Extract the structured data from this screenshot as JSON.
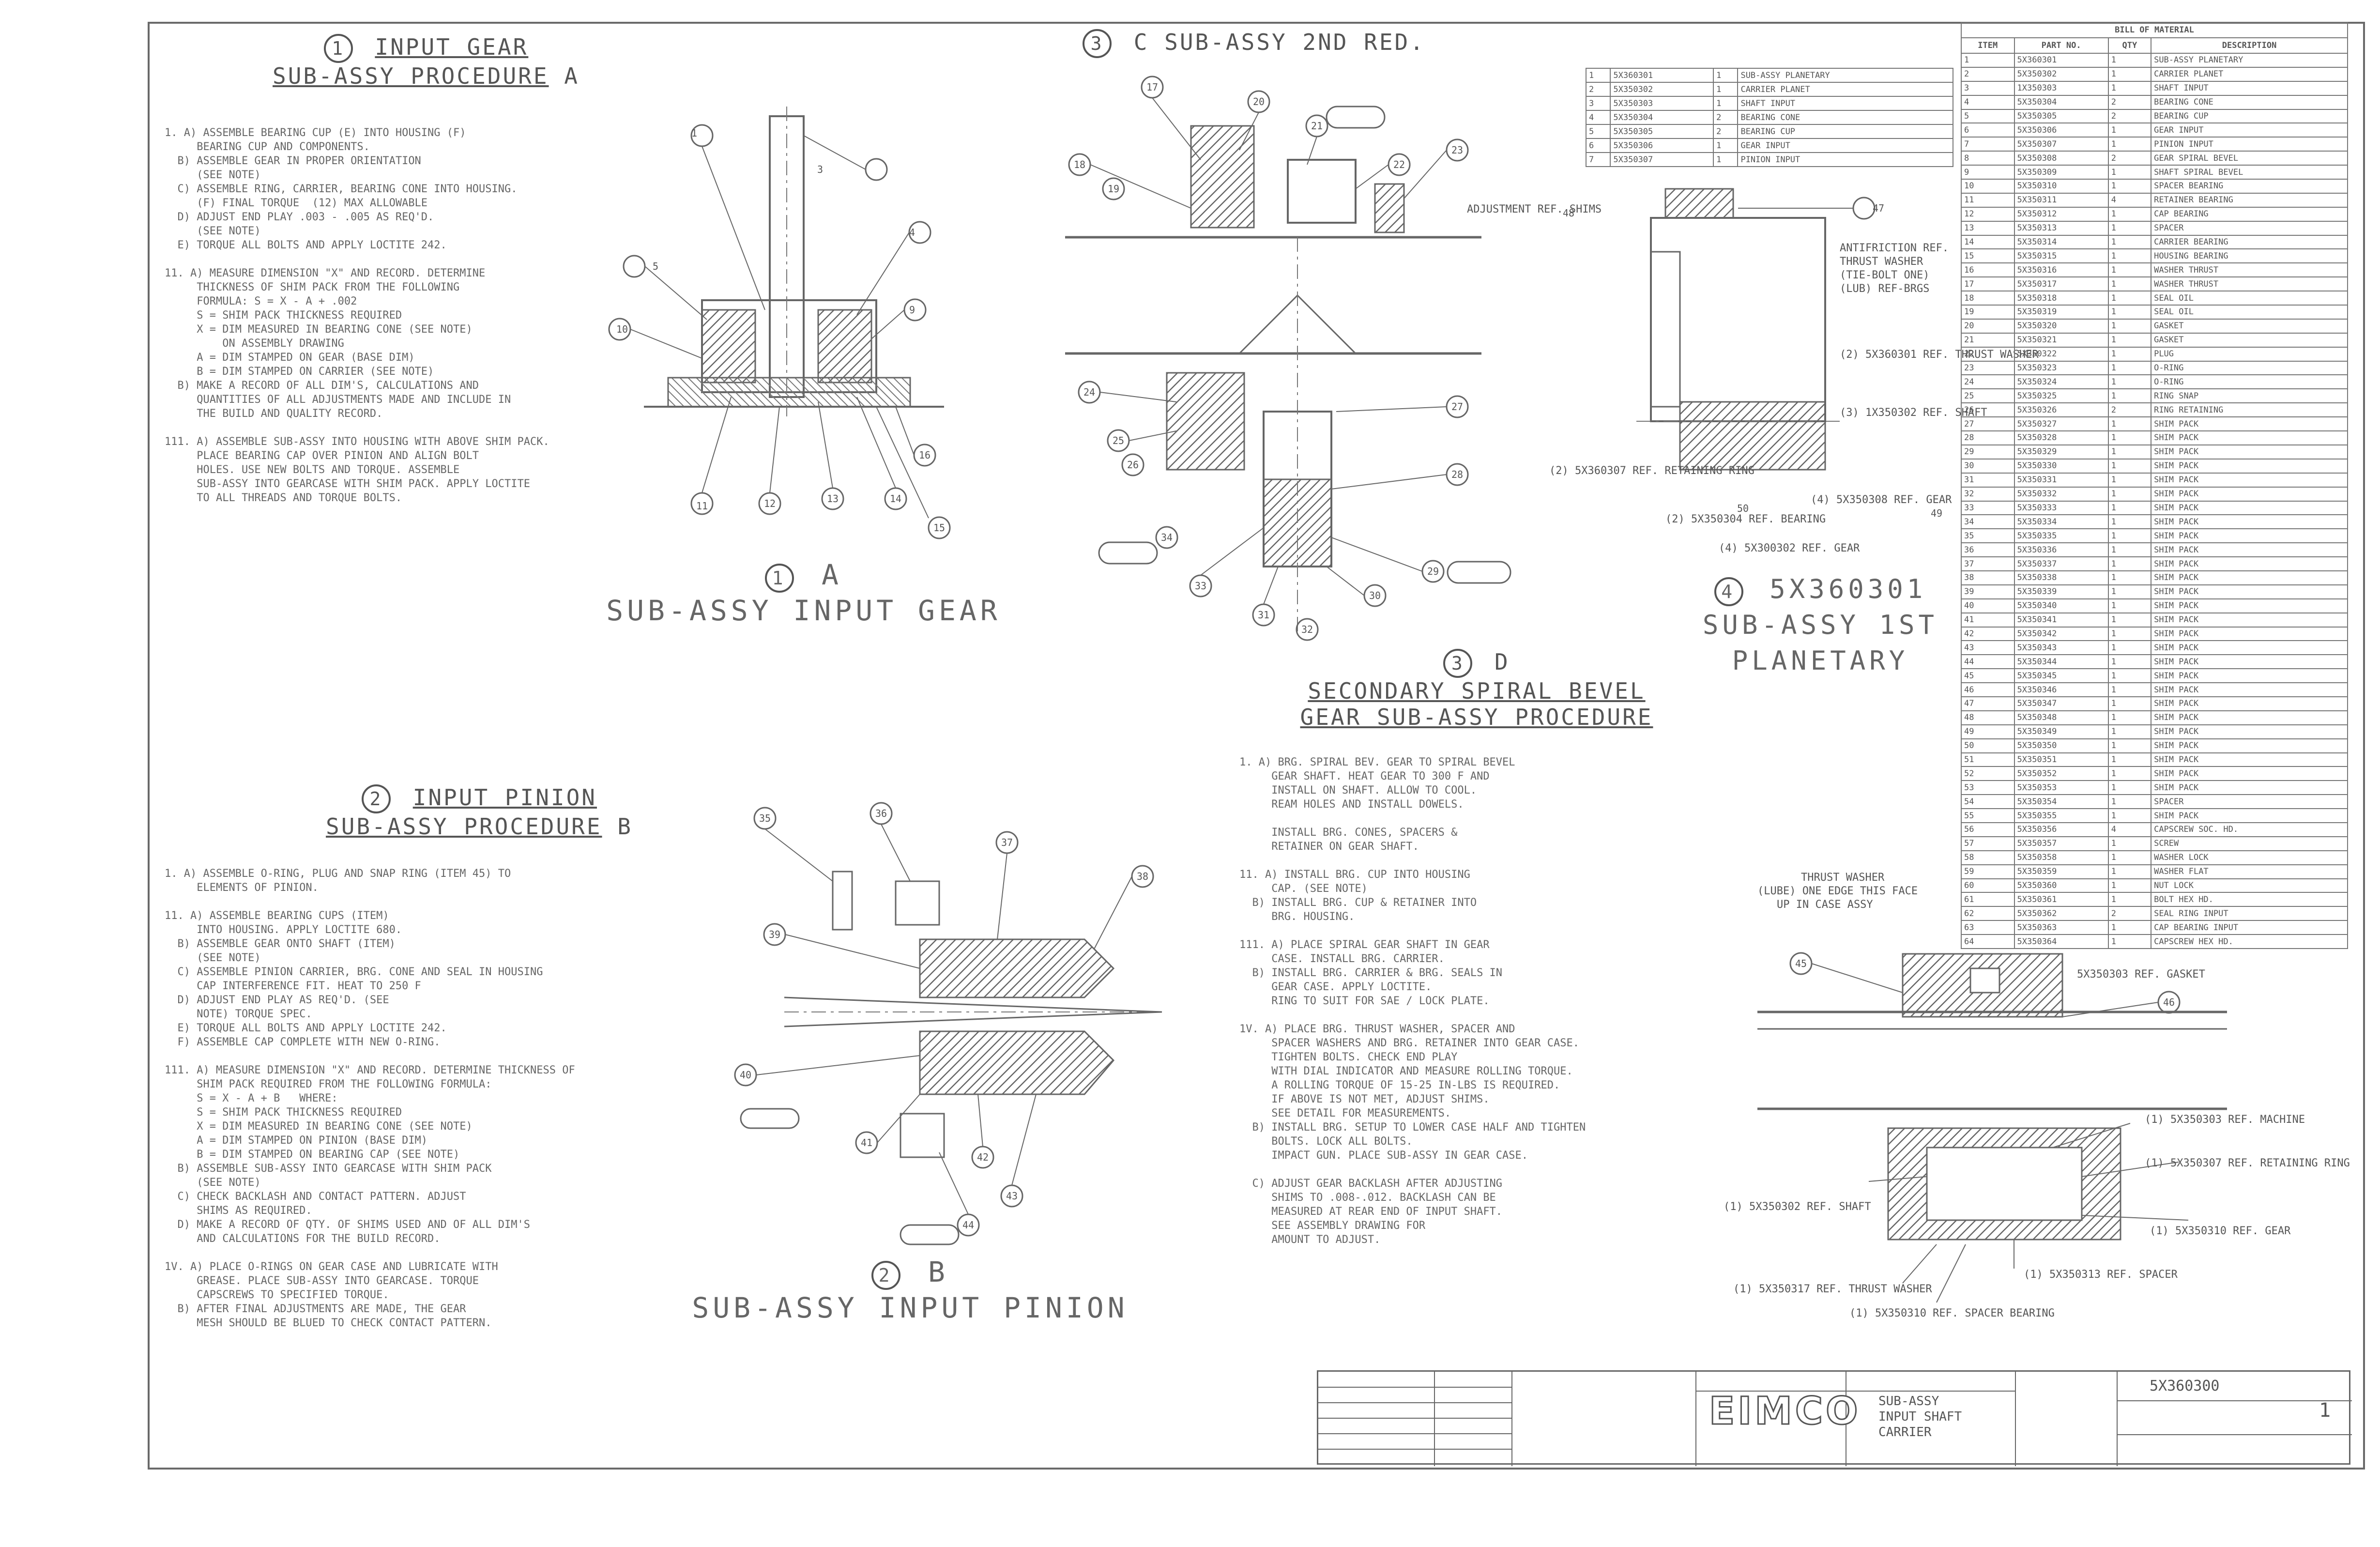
{
  "views": {
    "v1": {
      "num": "1",
      "title": "INPUT GEAR",
      "subtitle": "SUB-ASSY PROCEDURE",
      "suffix": "A",
      "caption_num": "1",
      "caption_letter": "A",
      "caption": "SUB-ASSY INPUT GEAR"
    },
    "v2": {
      "num": "2",
      "title": "INPUT PINION",
      "subtitle": "SUB-ASSY PROCEDURE",
      "suffix": "B",
      "caption_num": "2",
      "caption_letter": "B",
      "caption": "SUB-ASSY INPUT PINION"
    },
    "v3": {
      "num": "3",
      "suffix": "C",
      "title": "SUB-ASSY 2ND RED."
    },
    "v4": {
      "num": "4",
      "part": "5X360301",
      "caption1": "SUB-ASSY 1ST",
      "caption2": "PLANETARY"
    },
    "v5": {
      "num": "3",
      "suffix": "D",
      "title1": "SECONDARY SPIRAL BEVEL",
      "title2": "GEAR SUB-ASSY PROCEDURE"
    }
  },
  "notes": {
    "input_gear": "1. A) ASSEMBLE BEARING CUP (E) INTO HOUSING (F)\n     BEARING CUP AND COMPONENTS.\n  B) ASSEMBLE GEAR IN PROPER ORIENTATION\n     (SEE NOTE)\n  C) ASSEMBLE RING, CARRIER, BEARING CONE INTO HOUSING.\n     (F) FINAL TORQUE  (12) MAX ALLOWABLE\n  D) ADJUST END PLAY .003 - .005 AS REQ'D.\n     (SEE NOTE)\n  E) TORQUE ALL BOLTS AND APPLY LOCTITE 242.\n\n11. A) MEASURE DIMENSION \"X\" AND RECORD. DETERMINE\n     THICKNESS OF SHIM PACK FROM THE FOLLOWING\n     FORMULA: S = X - A + .002\n     S = SHIM PACK THICKNESS REQUIRED\n     X = DIM MEASURED IN BEARING CONE (SEE NOTE)\n         ON ASSEMBLY DRAWING\n     A = DIM STAMPED ON GEAR (BASE DIM)\n     B = DIM STAMPED ON CARRIER (SEE NOTE)\n  B) MAKE A RECORD OF ALL DIM'S, CALCULATIONS AND\n     QUANTITIES OF ALL ADJUSTMENTS MADE AND INCLUDE IN\n     THE BUILD AND QUALITY RECORD.\n\n111. A) ASSEMBLE SUB-ASSY INTO HOUSING WITH ABOVE SHIM PACK.\n     PLACE BEARING CAP OVER PINION AND ALIGN BOLT\n     HOLES. USE NEW BOLTS AND TORQUE. ASSEMBLE\n     SUB-ASSY INTO GEARCASE WITH SHIM PACK. APPLY LOCTITE\n     TO ALL THREADS AND TORQUE BOLTS.",
    "input_pinion": "1. A) ASSEMBLE O-RING, PLUG AND SNAP RING (ITEM 45) TO\n     ELEMENTS OF PINION.\n\n11. A) ASSEMBLE BEARING CUPS (ITEM)\n     INTO HOUSING. APPLY LOCTITE 680.\n  B) ASSEMBLE GEAR ONTO SHAFT (ITEM)\n     (SEE NOTE)\n  C) ASSEMBLE PINION CARRIER, BRG. CONE AND SEAL IN HOUSING\n     CAP INTERFERENCE FIT. HEAT TO 250 F\n  D) ADJUST END PLAY AS REQ'D. (SEE\n     NOTE) TORQUE SPEC.\n  E) TORQUE ALL BOLTS AND APPLY LOCTITE 242.\n  F) ASSEMBLE CAP COMPLETE WITH NEW O-RING.\n\n111. A) MEASURE DIMENSION \"X\" AND RECORD. DETERMINE THICKNESS OF\n     SHIM PACK REQUIRED FROM THE FOLLOWING FORMULA:\n     S = X - A + B   WHERE:\n     S = SHIM PACK THICKNESS REQUIRED\n     X = DIM MEASURED IN BEARING CONE (SEE NOTE)\n     A = DIM STAMPED ON PINION (BASE DIM)\n     B = DIM STAMPED ON BEARING CAP (SEE NOTE)\n  B) ASSEMBLE SUB-ASSY INTO GEARCASE WITH SHIM PACK\n     (SEE NOTE)\n  C) CHECK BACKLASH AND CONTACT PATTERN. ADJUST\n     SHIMS AS REQUIRED.\n  D) MAKE A RECORD OF QTY. OF SHIMS USED AND OF ALL DIM'S\n     AND CALCULATIONS FOR THE BUILD RECORD.\n\n1V. A) PLACE O-RINGS ON GEAR CASE AND LUBRICATE WITH\n     GREASE. PLACE SUB-ASSY INTO GEARCASE. TORQUE\n     CAPSCREWS TO SPECIFIED TORQUE.\n  B) AFTER FINAL ADJUSTMENTS ARE MADE, THE GEAR\n     MESH SHOULD BE BLUED TO CHECK CONTACT PATTERN.",
    "spiral_bevel": "1. A) BRG. SPIRAL BEV. GEAR TO SPIRAL BEVEL\n     GEAR SHAFT. HEAT GEAR TO 300 F AND\n     INSTALL ON SHAFT. ALLOW TO COOL.\n     REAM HOLES AND INSTALL DOWELS.\n\n     INSTALL BRG. CONES, SPACERS &\n     RETAINER ON GEAR SHAFT.\n\n11. A) INSTALL BRG. CUP INTO HOUSING\n     CAP. (SEE NOTE)\n  B) INSTALL BRG. CUP & RETAINER INTO\n     BRG. HOUSING.\n\n111. A) PLACE SPIRAL GEAR SHAFT IN GEAR\n     CASE. INSTALL BRG. CARRIER.\n  B) INSTALL BRG. CARRIER & BRG. SEALS IN\n     GEAR CASE. APPLY LOCTITE.\n     RING TO SUIT FOR SAE / LOCK PLATE.\n\n1V. A) PLACE BRG. THRUST WASHER, SPACER AND\n     SPACER WASHERS AND BRG. RETAINER INTO GEAR CASE.\n     TIGHTEN BOLTS. CHECK END PLAY\n     WITH DIAL INDICATOR AND MEASURE ROLLING TORQUE.\n     A ROLLING TORQUE OF 15-25 IN-LBS IS REQUIRED.\n     IF ABOVE IS NOT MET, ADJUST SHIMS.\n     SEE DETAIL FOR MEASUREMENTS.\n  B) INSTALL BRG. SETUP TO LOWER CASE HALF AND TIGHTEN\n     BOLTS. LOCK ALL BOLTS.\n     IMPACT GUN. PLACE SUB-ASSY IN GEAR CASE.\n\n  C) ADJUST GEAR BACKLASH AFTER ADJUSTING\n     SHIMS TO .008-.012. BACKLASH CAN BE\n     MEASURED AT REAR END OF INPUT SHAFT.\n     SEE ASSEMBLY DRAWING FOR\n     AMOUNT TO ADJUST."
  },
  "labels": {
    "v4": [
      "ADJUSTMENT REF. SHIMS",
      "ANTIFRICTION REF.",
      "THRUST WASHER",
      "(TIE-BOLT ONE)",
      "(LUB) REF-BRGS",
      "(2) 5X360301 REF. THRUST WASHER",
      "(3) 1X350302 REF. SHAFT",
      "(2) 5X360307 REF. RETAINING RING",
      "(2) 5X350304 REF. BEARING",
      "(4) 5X300302 REF. GEAR",
      "(4) 5X350308 REF. GEAR"
    ],
    "v6": [
      "THRUST WASHER",
      "(LUBE) ONE EDGE THIS FACE",
      "UP IN CASE ASSY",
      "5X350303 REF. GASKET",
      "(1) 5X350303 REF. MACHINE",
      "(1) 5X350307 REF. RETAINING RING",
      "(1) 5X350302 REF. SHAFT",
      "(1) 5X350310 REF. GEAR",
      "(1) 5X350313 REF. SPACER",
      "(1) 5X350317 REF. THRUST WASHER",
      "(1) 5X350310 REF. SPACER BEARING"
    ]
  },
  "balloons": [
    "1",
    "3",
    "4",
    "5",
    "9",
    "10",
    "11",
    "12",
    "13",
    "14",
    "15",
    "16",
    "17",
    "18",
    "19",
    "20",
    "21",
    "22",
    "23",
    "24",
    "25",
    "26",
    "27",
    "28",
    "29",
    "30",
    "31",
    "32",
    "33",
    "34",
    "35",
    "36",
    "37",
    "38",
    "39",
    "40",
    "41",
    "42",
    "43",
    "44",
    "45",
    "46",
    "47",
    "48",
    "49",
    "50"
  ],
  "bom": {
    "title": "BILL OF MATERIAL",
    "headers": [
      "ITEM",
      "PART NO.",
      "QTY",
      "DESCRIPTION"
    ],
    "rows": [
      [
        "1",
        "5X360301",
        "1",
        "SUB-ASSY PLANETARY"
      ],
      [
        "2",
        "5X350302",
        "1",
        "CARRIER PLANET"
      ],
      [
        "3",
        "1X350303",
        "1",
        "SHAFT INPUT"
      ],
      [
        "4",
        "5X350304",
        "2",
        "BEARING CONE"
      ],
      [
        "5",
        "5X350305",
        "2",
        "BEARING CUP"
      ],
      [
        "6",
        "5X350306",
        "1",
        "GEAR INPUT"
      ],
      [
        "7",
        "5X350307",
        "1",
        "PINION INPUT"
      ],
      [
        "8",
        "5X350308",
        "2",
        "GEAR SPIRAL BEVEL"
      ],
      [
        "9",
        "5X350309",
        "1",
        "SHAFT SPIRAL BEVEL"
      ],
      [
        "10",
        "5X350310",
        "1",
        "SPACER BEARING"
      ],
      [
        "11",
        "5X350311",
        "4",
        "RETAINER BEARING"
      ],
      [
        "12",
        "5X350312",
        "1",
        "CAP BEARING"
      ],
      [
        "13",
        "5X350313",
        "1",
        "SPACER"
      ],
      [
        "14",
        "5X350314",
        "1",
        "CARRIER BEARING"
      ],
      [
        "15",
        "5X350315",
        "1",
        "HOUSING BEARING"
      ],
      [
        "16",
        "5X350316",
        "1",
        "WASHER THRUST"
      ],
      [
        "17",
        "5X350317",
        "1",
        "WASHER THRUST"
      ],
      [
        "18",
        "5X350318",
        "1",
        "SEAL OIL"
      ],
      [
        "19",
        "5X350319",
        "1",
        "SEAL OIL"
      ],
      [
        "20",
        "5X350320",
        "1",
        "GASKET"
      ],
      [
        "21",
        "5X350321",
        "1",
        "GASKET"
      ],
      [
        "22",
        "5X350322",
        "1",
        "PLUG"
      ],
      [
        "23",
        "5X350323",
        "1",
        "O-RING"
      ],
      [
        "24",
        "5X350324",
        "1",
        "O-RING"
      ],
      [
        "25",
        "5X350325",
        "1",
        "RING SNAP"
      ],
      [
        "26",
        "5X350326",
        "2",
        "RING RETAINING"
      ],
      [
        "27",
        "5X350327",
        "1",
        "SHIM PACK"
      ],
      [
        "28",
        "5X350328",
        "1",
        "SHIM PACK"
      ],
      [
        "29",
        "5X350329",
        "1",
        "SHIM PACK"
      ],
      [
        "30",
        "5X350330",
        "1",
        "SHIM PACK"
      ],
      [
        "31",
        "5X350331",
        "1",
        "SHIM PACK"
      ],
      [
        "32",
        "5X350332",
        "1",
        "SHIM PACK"
      ],
      [
        "33",
        "5X350333",
        "1",
        "SHIM PACK"
      ],
      [
        "34",
        "5X350334",
        "1",
        "SHIM PACK"
      ],
      [
        "35",
        "5X350335",
        "1",
        "SHIM PACK"
      ],
      [
        "36",
        "5X350336",
        "1",
        "SHIM PACK"
      ],
      [
        "37",
        "5X350337",
        "1",
        "SHIM PACK"
      ],
      [
        "38",
        "5X350338",
        "1",
        "SHIM PACK"
      ],
      [
        "39",
        "5X350339",
        "1",
        "SHIM PACK"
      ],
      [
        "40",
        "5X350340",
        "1",
        "SHIM PACK"
      ],
      [
        "41",
        "5X350341",
        "1",
        "SHIM PACK"
      ],
      [
        "42",
        "5X350342",
        "1",
        "SHIM PACK"
      ],
      [
        "43",
        "5X350343",
        "1",
        "SHIM PACK"
      ],
      [
        "44",
        "5X350344",
        "1",
        "SHIM PACK"
      ],
      [
        "45",
        "5X350345",
        "1",
        "SHIM PACK"
      ],
      [
        "46",
        "5X350346",
        "1",
        "SHIM PACK"
      ],
      [
        "47",
        "5X350347",
        "1",
        "SHIM PACK"
      ],
      [
        "48",
        "5X350348",
        "1",
        "SHIM PACK"
      ],
      [
        "49",
        "5X350349",
        "1",
        "SHIM PACK"
      ],
      [
        "50",
        "5X350350",
        "1",
        "SHIM PACK"
      ],
      [
        "51",
        "5X350351",
        "1",
        "SHIM PACK"
      ],
      [
        "52",
        "5X350352",
        "1",
        "SHIM PACK"
      ],
      [
        "53",
        "5X350353",
        "1",
        "SHIM PACK"
      ],
      [
        "54",
        "5X350354",
        "1",
        "SPACER"
      ],
      [
        "55",
        "5X350355",
        "1",
        "SHIM PACK"
      ],
      [
        "56",
        "5X350356",
        "4",
        "CAPSCREW SOC. HD."
      ],
      [
        "57",
        "5X350357",
        "1",
        "SCREW"
      ],
      [
        "58",
        "5X350358",
        "1",
        "WASHER LOCK"
      ],
      [
        "59",
        "5X350359",
        "1",
        "WASHER FLAT"
      ],
      [
        "60",
        "5X350360",
        "1",
        "NUT LOCK"
      ],
      [
        "61",
        "5X350361",
        "1",
        "BOLT HEX HD."
      ],
      [
        "62",
        "5X350362",
        "2",
        "SEAL RING INPUT"
      ],
      [
        "63",
        "5X350363",
        "1",
        "CAP BEARING INPUT"
      ],
      [
        "64",
        "5X350364",
        "1",
        "CAPSCREW HEX HD."
      ]
    ]
  },
  "bom2": {
    "rows": [
      [
        "1",
        "5X360301",
        "1",
        "SUB-ASSY PLANETARY"
      ],
      [
        "2",
        "5X350302",
        "1",
        "CARRIER PLANET"
      ],
      [
        "3",
        "5X350303",
        "1",
        "SHAFT INPUT"
      ],
      [
        "4",
        "5X350304",
        "2",
        "BEARING CONE"
      ],
      [
        "5",
        "5X350305",
        "2",
        "BEARING CUP"
      ],
      [
        "6",
        "5X350306",
        "1",
        "GEAR INPUT"
      ],
      [
        "7",
        "5X350307",
        "1",
        "PINION INPUT"
      ]
    ]
  },
  "title_block": {
    "company": "EIMCO",
    "description": [
      "SUB-ASSY",
      "INPUT SHAFT",
      "CARRIER"
    ],
    "drawing_no": "5X360300",
    "sheet": "1"
  }
}
